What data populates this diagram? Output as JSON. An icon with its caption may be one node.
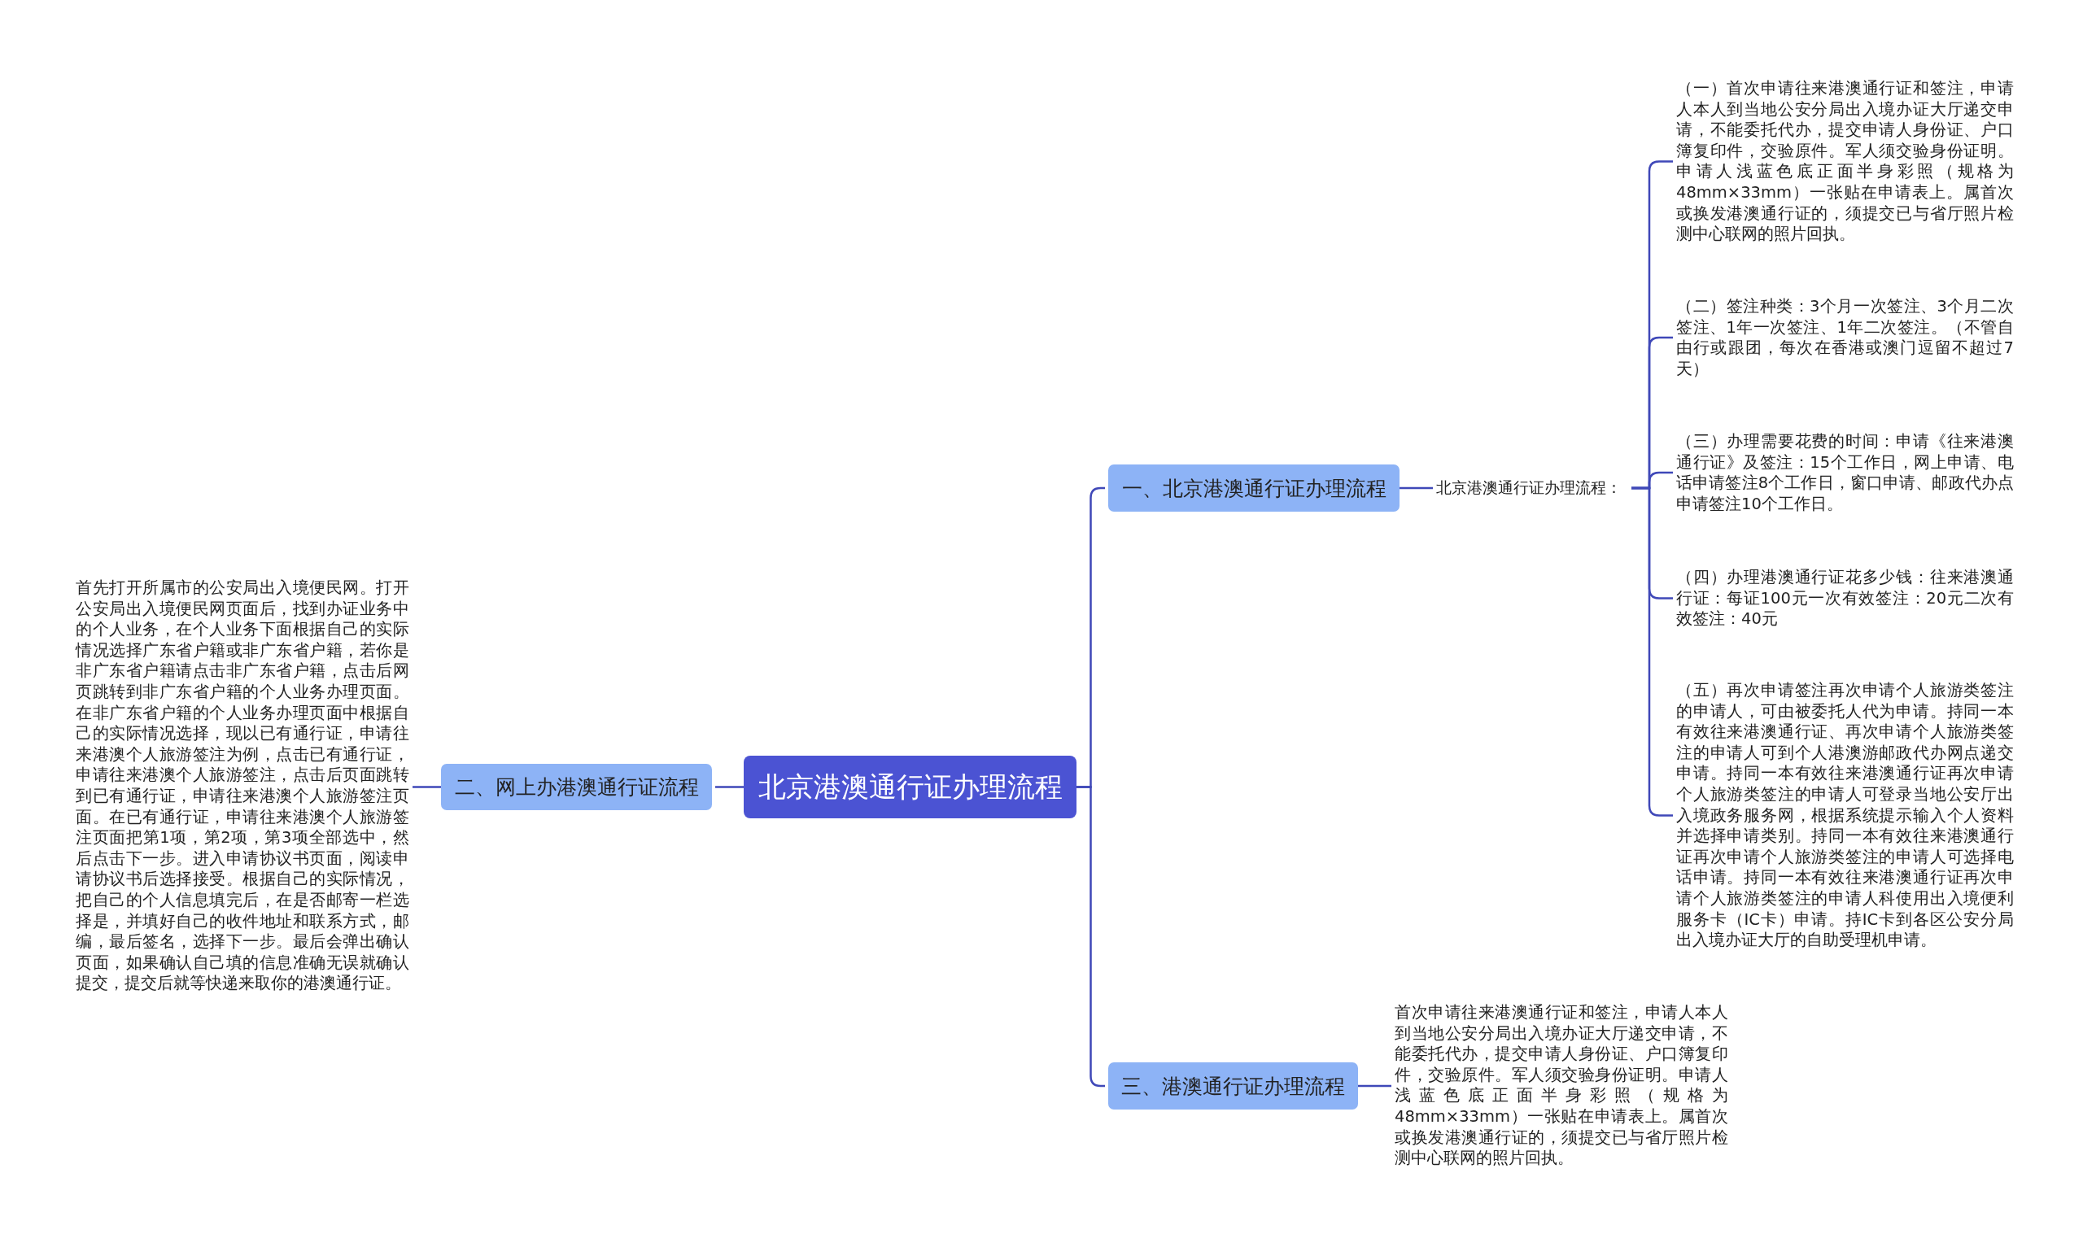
{
  "diagram": {
    "nodes": [
      {
        "text": [
          "北京港澳通行证办理流程"
        ]
      },
      {
        "text": [
          "一、北京港澳通行证办理流程"
        ]
      },
      {
        "text": [
          "二、网上办港澳通行证流程"
        ]
      },
      {
        "text": [
          "三、港澳通行证办理流程"
        ]
      },
      {
        "text": [
          "北京港澳通行证办理流程："
        ]
      },
      {
        "text": [
          "（一）首次申请往来港澳通行证和签注，申请人本人到当地公安分局出入境办证大厅递交申请，不能委托代办，提交申请人身份证、户口簿复印件，交验原件。军人须交验身份证明。申请人浅蓝色底正面半身彩照（规格为48mm×33mm）一张贴在申请表上。属首次或换发港澳通行证的，须提交已与省厅照片检测中心联网的照片回执。"
        ]
      },
      {
        "text": [
          "（二）签注种类：3个月一次签注、3个月二次签注、1年一次签注、1年二次签注。（不管自由行或跟团，每次在香港或澳门逗留不超过7天）"
        ]
      },
      {
        "text": [
          "（三）办理需要花费的时间：申请《往来港澳通行证》及签注：15个工作日，网上申请、电话申请签注8个工作日，窗口申请、邮政代办点申请签注10个工作日。"
        ]
      },
      {
        "text": [
          "（四）办理港澳通行证花多少钱：往来港澳通行证：每证100元一次有效签注：20元二次有效签注：40元"
        ]
      },
      {
        "text": [
          "（五）再次申请签注再次申请个人旅游类签注的申请人，可由被委托人代为申请。持同一本有效往来港澳通行证、再次申请个人旅游类签注的申请人可到个人港澳游邮政代办网点递交申请。持同一本有效往来港澳通行证再次申请个人旅游类签注的申请人可登录当地公安厅出入境政务服务网，根据系统提示输入个人资料并选择申请类别。持同一本有效往来港澳通行证再次申请个人旅游类签注的申请人可选择电话申请。持同一本有效往来港澳通行证再次申请个人旅游类签注的申请人科使用出入境便利服务卡（IC卡）申请。持IC卡到各区公安分局出入境办证大厅的自助受理机申请。"
        ]
      },
      {
        "text": [
          "首先打开所属市的公安局出入境便民网。打开公安局出入境便民网页面后，找到办证业务中的个人业务，在个人业务下面根据自己的实际情况选择广东省户籍或非广东省户籍，若你是非广东省户籍请点击非广东省户籍，点击后网页跳转到非广东省户籍的个人业务办理页面。在非广东省户籍的个人业务办理页面中根据自己的实际情况选择，现以已有通行证，申请往来港澳个人旅游签注为例，点击已有通行证，申请往来港澳个人旅游签注，点击后页面跳转到已有通行证，申请往来港澳个人旅游签注页面。在已有通行证，申请往来港澳个人旅游签注页面把第1项，第2项，第3项全部选中，然后点击下一步。进入申请协议书页面，阅读申请协议书后选择接受。根据自己的实际情况，把自己的个人信息填完后，在是否邮寄一栏选择是，并填好自己的收件地址和联系方式，邮编，最后签名，选择下一步。最后会弹出确认页面，如果确认自己填的信息准确无误就确认提交，提交后就等快递来取你的港澳通行证。"
        ]
      },
      {
        "text": [
          "首次申请往来港澳通行证和签注，申请人本人到当地公安分局出入境办证大厅递交申请，不能委托代办，提交申请人身份证、户口簿复印件，交验原件。军人须交验身份证明。申请人浅蓝色底正面半身彩照（规格为48mm×33mm）一张贴在申请表上。属首次或换发港澳通行证的，须提交已与省厅照片检测中心联网的照片回执。"
        ]
      }
    ],
    "edges": [
      {
        "from": 0,
        "to": 1,
        "arrow": "none"
      },
      {
        "from": 0,
        "to": 2,
        "arrow": "none"
      },
      {
        "from": 0,
        "to": 3,
        "arrow": "none"
      },
      {
        "from": 1,
        "to": 4,
        "arrow": "none"
      },
      {
        "from": 4,
        "to": 5,
        "arrow": "none"
      },
      {
        "from": 4,
        "to": 6,
        "arrow": "none"
      },
      {
        "from": 4,
        "to": 7,
        "arrow": "none"
      },
      {
        "from": 4,
        "to": 8,
        "arrow": "none"
      },
      {
        "from": 4,
        "to": 9,
        "arrow": "none"
      },
      {
        "from": 2,
        "to": 10,
        "arrow": "none"
      },
      {
        "from": 3,
        "to": 11,
        "arrow": "none"
      }
    ]
  }
}
